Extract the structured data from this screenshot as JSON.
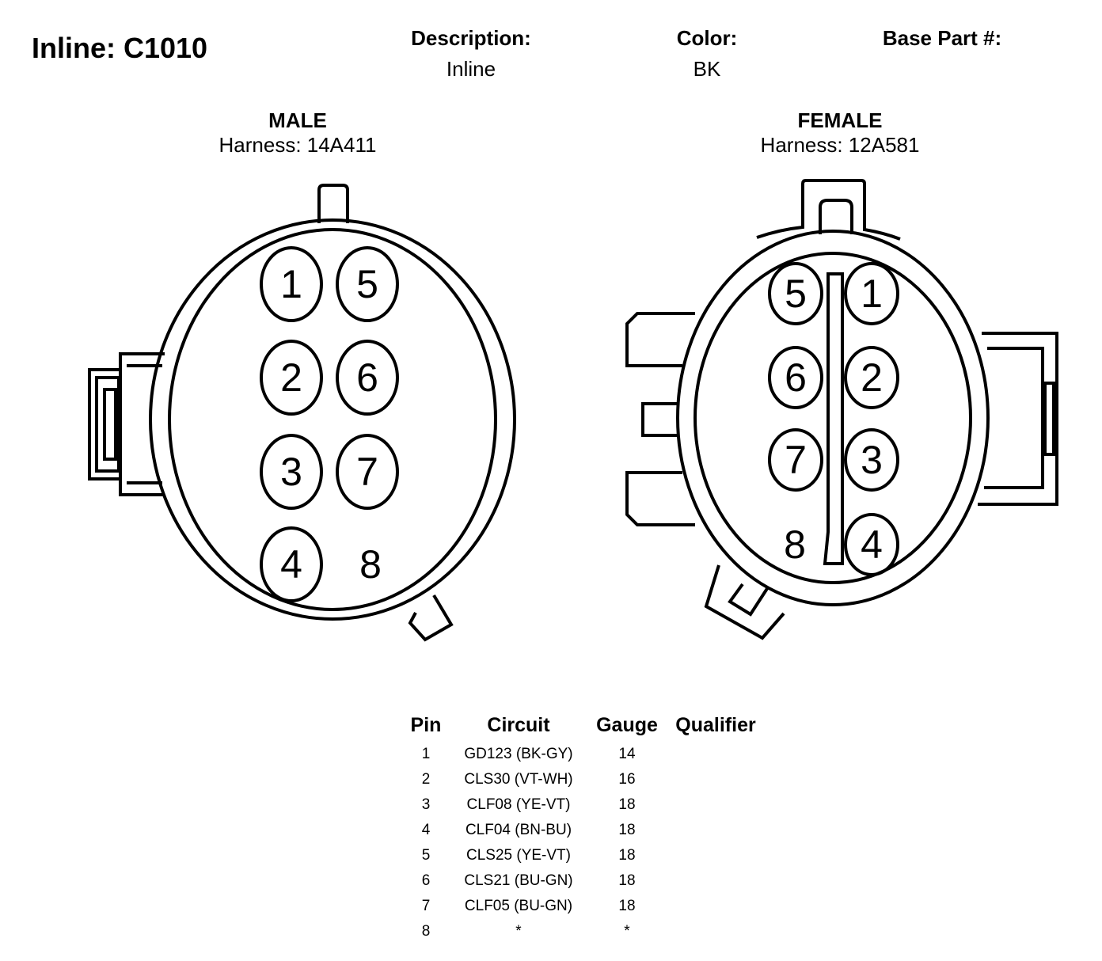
{
  "title": "Inline: C1010",
  "header": {
    "description_label": "Description:",
    "description_value": "Inline",
    "color_label": "Color:",
    "color_value": "BK",
    "base_part_label": "Base Part #:",
    "base_part_value": ""
  },
  "male": {
    "label": "MALE",
    "harness": "Harness: 14A411",
    "pins": [
      "1",
      "5",
      "2",
      "6",
      "3",
      "7",
      "4",
      "8"
    ]
  },
  "female": {
    "label": "FEMALE",
    "harness": "Harness: 12A581",
    "pins": [
      "5",
      "1",
      "6",
      "2",
      "7",
      "3",
      "8",
      "4"
    ]
  },
  "table": {
    "headers": [
      "Pin",
      "Circuit",
      "Gauge",
      "Qualifier"
    ],
    "rows": [
      {
        "pin": "1",
        "circuit": "GD123 (BK-GY)",
        "gauge": "14",
        "qualifier": ""
      },
      {
        "pin": "2",
        "circuit": "CLS30 (VT-WH)",
        "gauge": "16",
        "qualifier": ""
      },
      {
        "pin": "3",
        "circuit": "CLF08 (YE-VT)",
        "gauge": "18",
        "qualifier": ""
      },
      {
        "pin": "4",
        "circuit": "CLF04 (BN-BU)",
        "gauge": "18",
        "qualifier": ""
      },
      {
        "pin": "5",
        "circuit": "CLS25 (YE-VT)",
        "gauge": "18",
        "qualifier": ""
      },
      {
        "pin": "6",
        "circuit": "CLS21 (BU-GN)",
        "gauge": "18",
        "qualifier": ""
      },
      {
        "pin": "7",
        "circuit": "CLF05 (BU-GN)",
        "gauge": "18",
        "qualifier": ""
      },
      {
        "pin": "8",
        "circuit": "*",
        "gauge": "*",
        "qualifier": ""
      }
    ]
  }
}
